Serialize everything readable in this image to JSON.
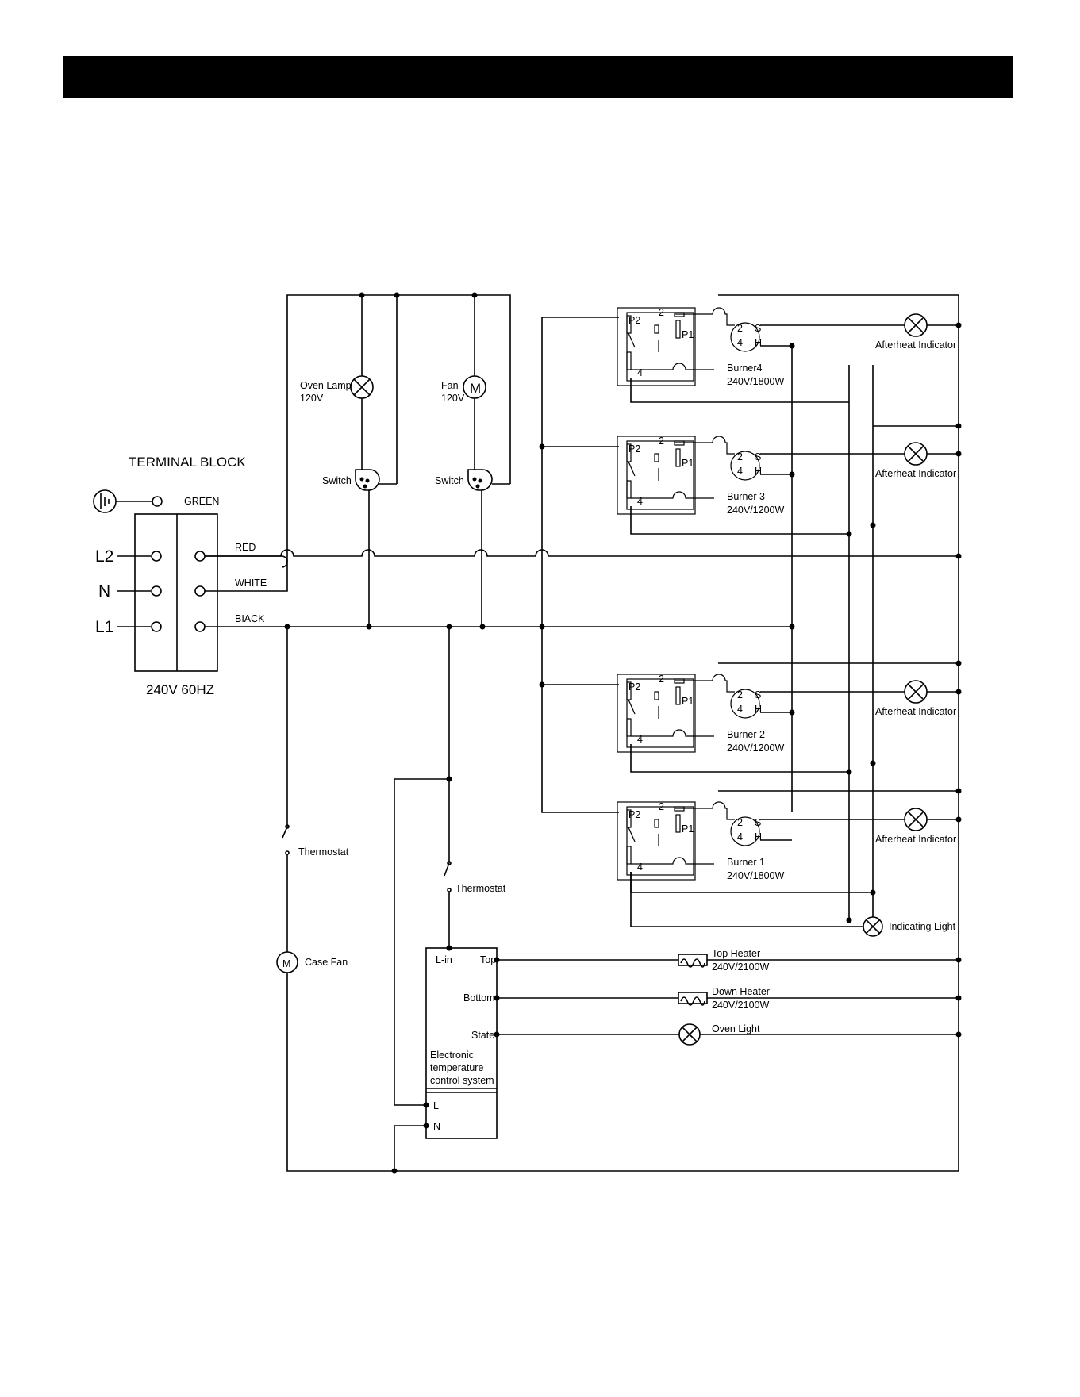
{
  "terminal_block": {
    "title": "TERMINAL BLOCK",
    "rating": "240V 60HZ",
    "line_labels": [
      "L2",
      "N",
      "L1"
    ],
    "wire_labels": [
      "GREEN",
      "RED",
      "WHITE",
      "BIACK"
    ]
  },
  "components": {
    "oven_lamp": {
      "name": "Oven Lamp",
      "voltage": "120V"
    },
    "fan": {
      "name": "Fan",
      "voltage": "120V",
      "symbol": "M"
    },
    "switch_label": "Switch",
    "thermostat_label": "Thermostat",
    "case_fan": {
      "name": "Case Fan",
      "symbol": "M"
    },
    "afterheat_label": "Afterheat Indicator",
    "indicating_light": "Indicating Light",
    "burner_switch_labels": {
      "p2": "P2",
      "p1": "P1",
      "t2": "2",
      "t4": "4"
    },
    "burner_terminals": {
      "s2": "2",
      "s": "S",
      "s4": "4",
      "h": "H"
    },
    "burners": [
      {
        "name": "Burner4",
        "rating": "240V/1800W"
      },
      {
        "name": "Burner 3",
        "rating": "240V/1200W"
      },
      {
        "name": "Burner 2",
        "rating": "240V/1200W"
      },
      {
        "name": "Burner 1",
        "rating": "240V/1800W"
      }
    ],
    "etc": {
      "lin": "L-in",
      "top": "Top",
      "bottom": "Bottom",
      "state": "State",
      "desc1": "Electronic",
      "desc2": "temperature",
      "desc3": "control system",
      "l": "L",
      "n": "N"
    },
    "top_heater": {
      "name": "Top Heater",
      "rating": "240V/2100W"
    },
    "down_heater": {
      "name": "Down Heater",
      "rating": "240V/2100W"
    },
    "oven_light": "Oven Light"
  }
}
